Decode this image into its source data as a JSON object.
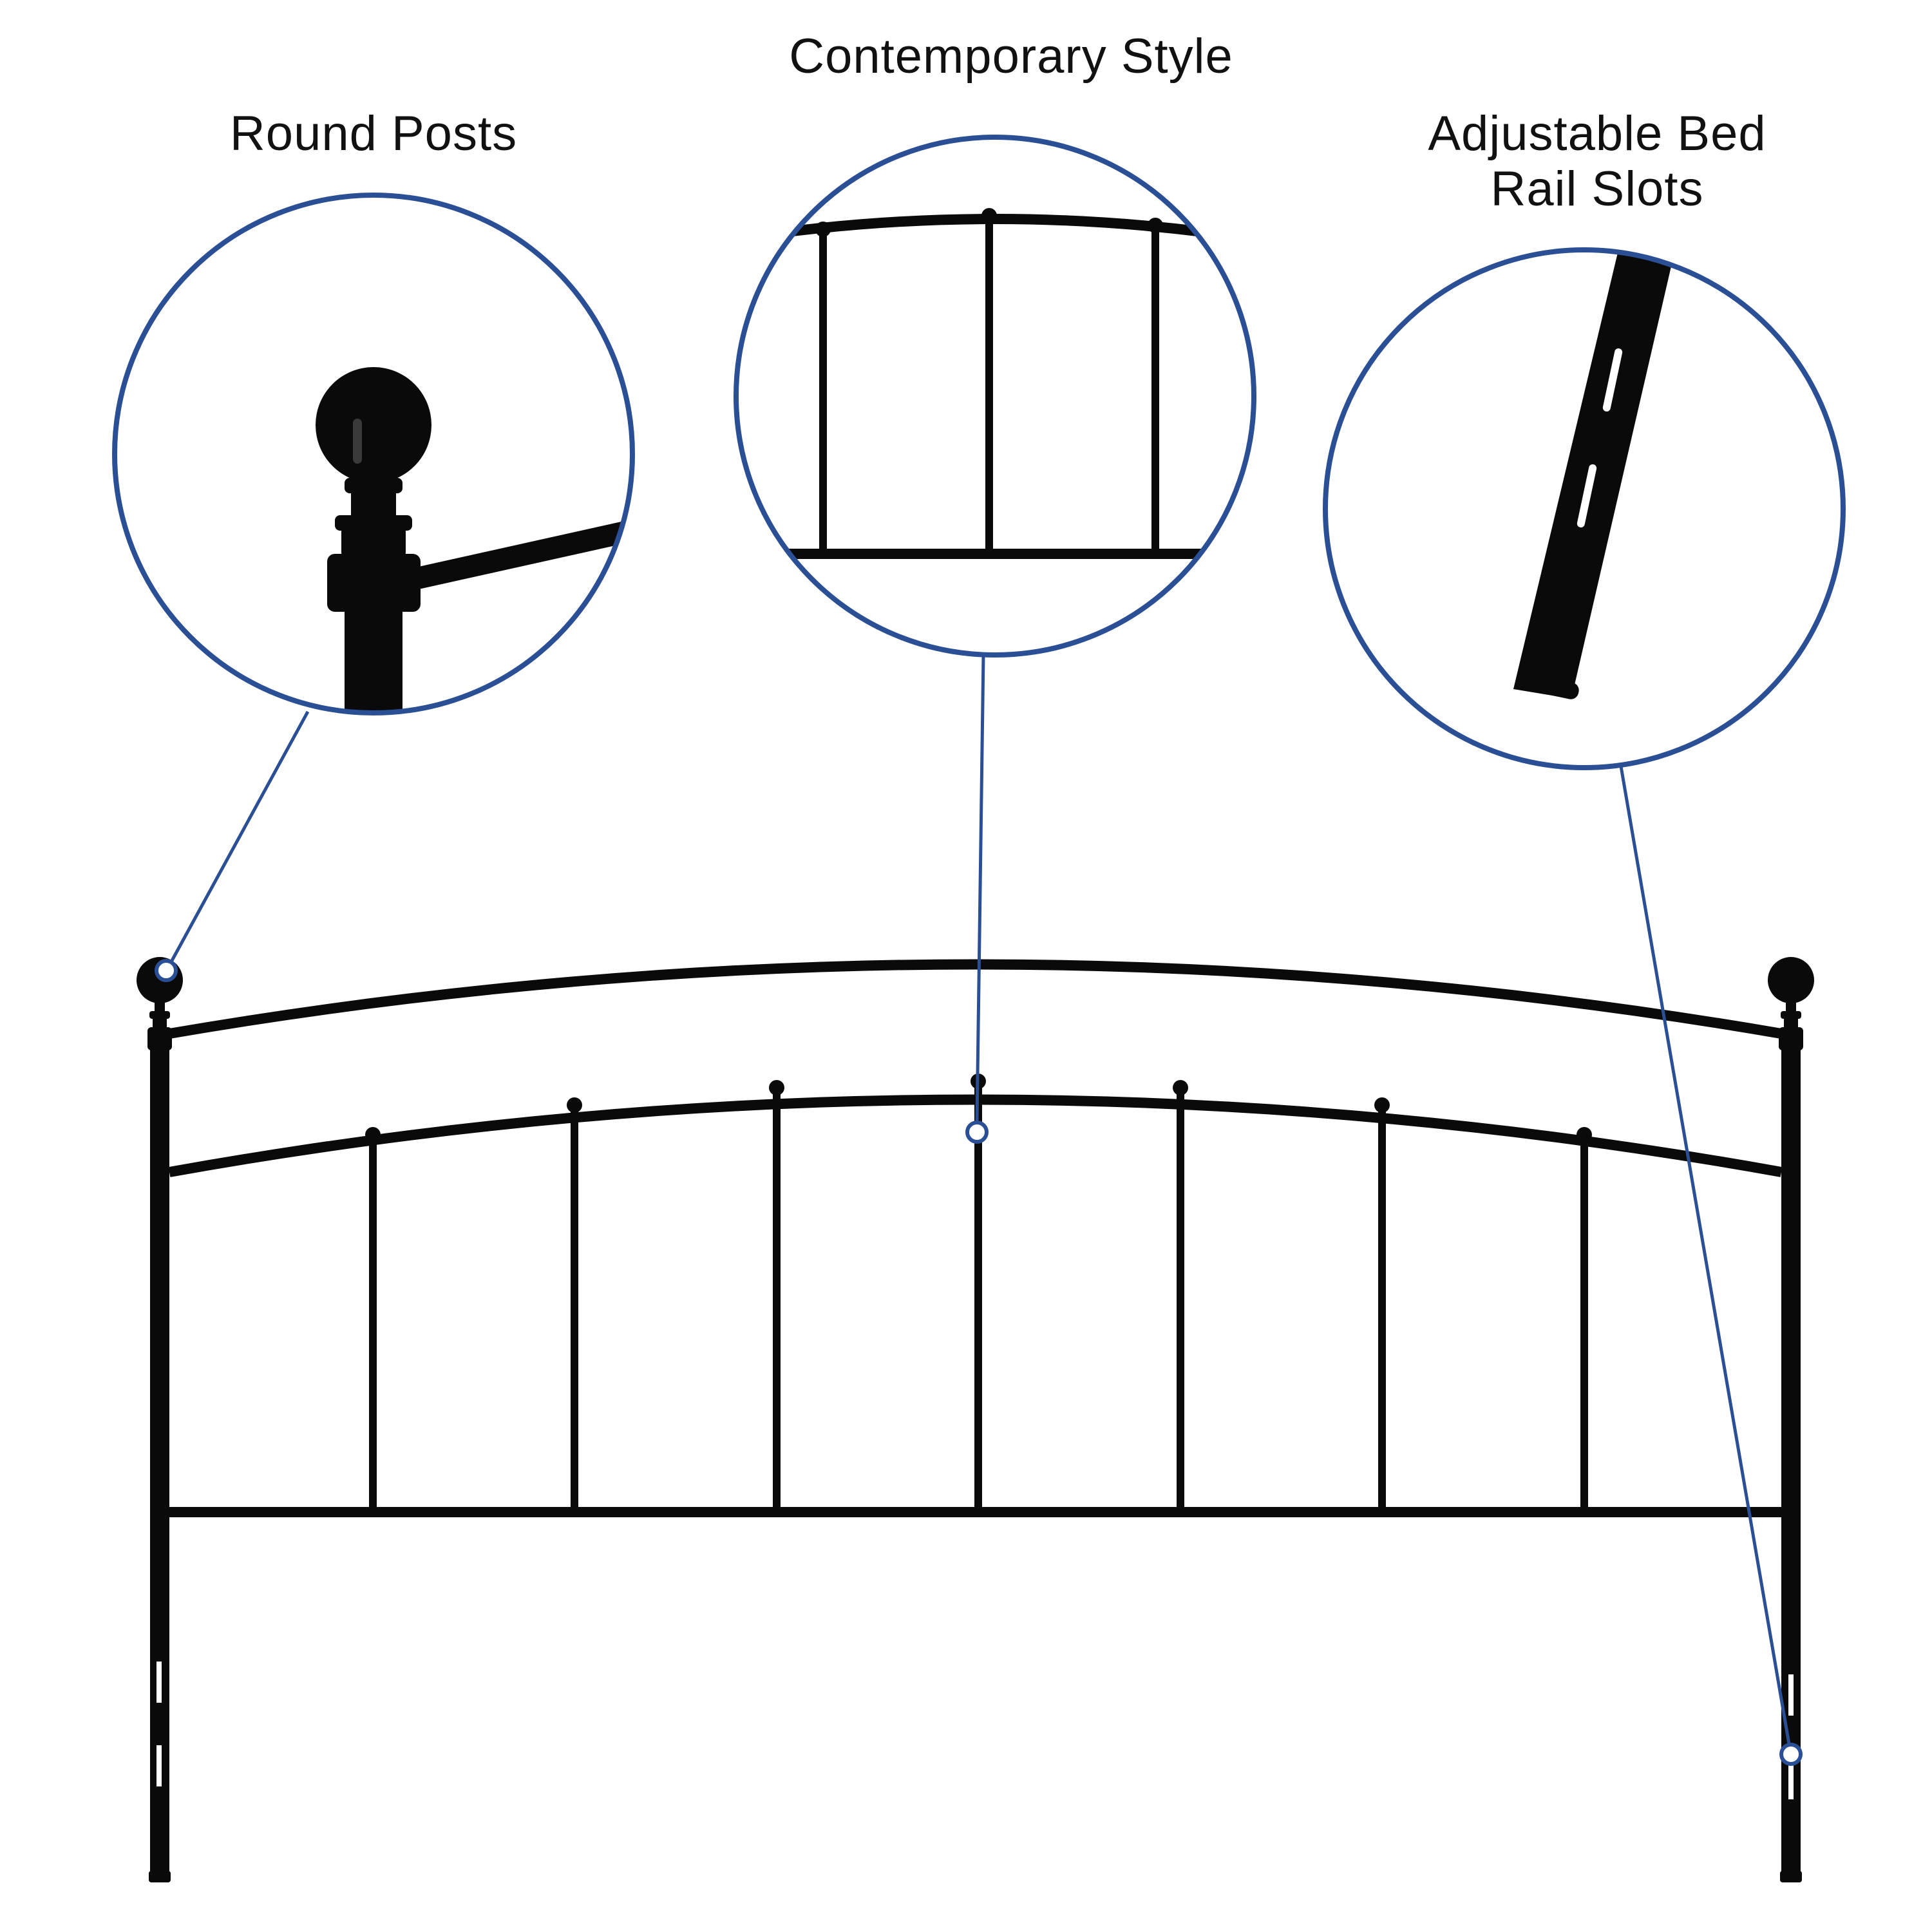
{
  "callouts": {
    "round_posts": {
      "label": "Round Posts"
    },
    "contemporary_style": {
      "label": "Contemporary Style"
    },
    "adjustable_slots": {
      "label": "Adjustable Bed\nRail Slots"
    }
  },
  "colors": {
    "background": "#ffffff",
    "metal": "#0a0a0a",
    "accent": "#2b4f95",
    "text": "#111111"
  }
}
